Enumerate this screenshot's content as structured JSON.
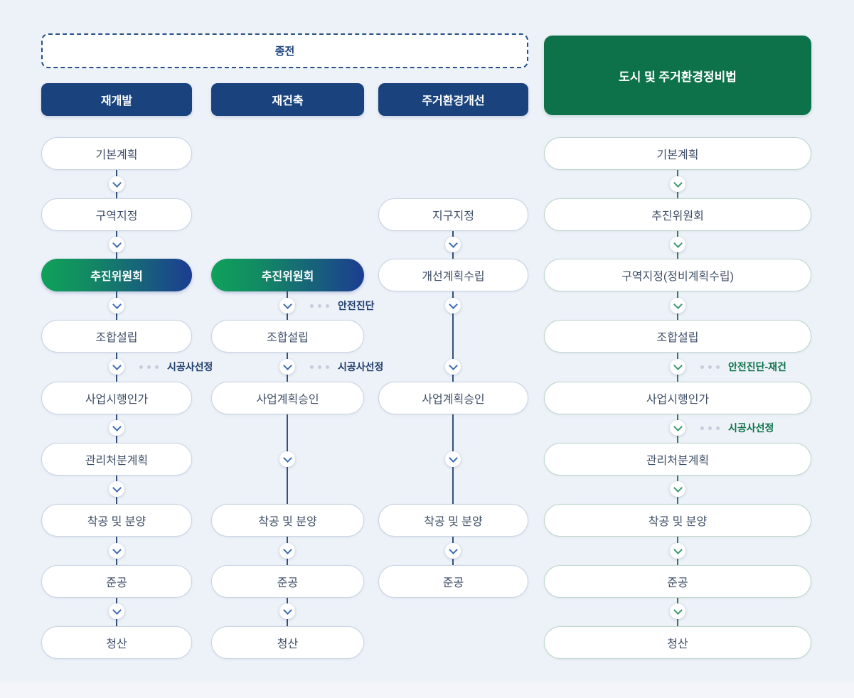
{
  "legacy": {
    "label": "종전"
  },
  "columns": [
    {
      "header": "재개발",
      "theme": "blue",
      "steps": [
        "기본계획",
        "구역지정",
        "추진위원회",
        "조합설립",
        "사업시행인가",
        "관리처분계획",
        "착공 및 분양",
        "준공",
        "청산"
      ],
      "annotations": [
        "시공사선정"
      ]
    },
    {
      "header": "재건축",
      "theme": "blue",
      "steps": [
        "추진위원회",
        "조합설립",
        "사업계획승인",
        "착공 및 분양",
        "준공",
        "청산"
      ],
      "annotations": [
        "안전진단",
        "시공사선정"
      ]
    },
    {
      "header": "주거환경개선",
      "theme": "blue",
      "steps": [
        "지구지정",
        "개선계획수립",
        "사업계획승인",
        "착공 및 분양",
        "준공"
      ],
      "annotations": []
    },
    {
      "header": "도시 및 주거환경정비법",
      "theme": "green",
      "steps": [
        "기본계획",
        "추진위원회",
        "구역지정(정비계획수립)",
        "조합설립",
        "사업시행인가",
        "관리처분계획",
        "착공 및 분양",
        "준공",
        "청산"
      ],
      "annotations": [
        "안전진단-재건",
        "시공사선정"
      ]
    }
  ],
  "colors": {
    "background": "#edf1f8",
    "navy_header": "#1a437e",
    "green_header": "#0d7249",
    "gradient_start": "#0fa15a",
    "gradient_end": "#1c3d91",
    "pill_border_blue": "#c9d4e2",
    "pill_border_green": "#bed8ca",
    "pill_text": "#3f4e68",
    "line_blue": "#33517a",
    "line_green": "#2b7f58",
    "annotation_blue": "#1e3c6b",
    "annotation_green": "#0d7249",
    "dots": "#c4cdda"
  }
}
